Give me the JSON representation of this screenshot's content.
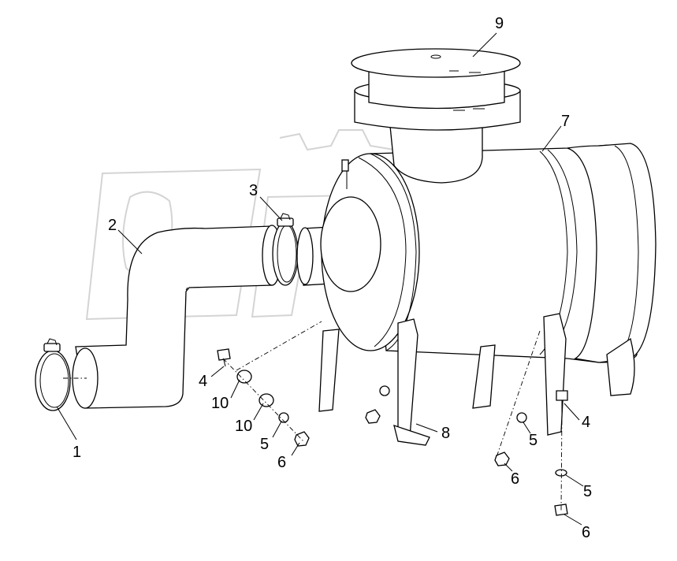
{
  "callouts": [
    {
      "id": "c1",
      "label": "1"
    },
    {
      "id": "c2",
      "label": "2"
    },
    {
      "id": "c3",
      "label": "3"
    },
    {
      "id": "c4a",
      "label": "4"
    },
    {
      "id": "c10a",
      "label": "10"
    },
    {
      "id": "c10b",
      "label": "10"
    },
    {
      "id": "c5a",
      "label": "5"
    },
    {
      "id": "c6a",
      "label": "6"
    },
    {
      "id": "c9",
      "label": "9"
    },
    {
      "id": "c7",
      "label": "7"
    },
    {
      "id": "c8",
      "label": "8"
    },
    {
      "id": "c4b",
      "label": "4"
    },
    {
      "id": "c5b",
      "label": "5"
    },
    {
      "id": "c6b",
      "label": "6"
    },
    {
      "id": "c5c",
      "label": "5"
    },
    {
      "id": "c6c",
      "label": "6"
    }
  ],
  "watermark": {
    "text": "OPEX"
  }
}
